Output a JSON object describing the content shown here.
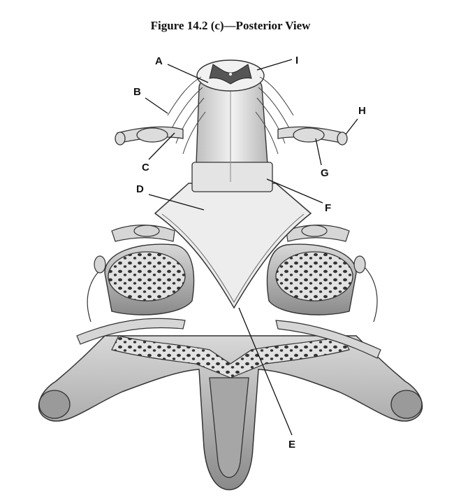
{
  "title": "Figure 14.2 (c)—Posterior View",
  "labels": {
    "A": "A",
    "B": "B",
    "C": "C",
    "D": "D",
    "E": "E",
    "F": "F",
    "G": "G",
    "H": "H",
    "I": "I"
  },
  "colors": {
    "ink": "#111111",
    "bone": "#bdbdbd",
    "bone_dark": "#7a7a7a",
    "cord": "#e6e6e6",
    "background": "#ffffff"
  }
}
